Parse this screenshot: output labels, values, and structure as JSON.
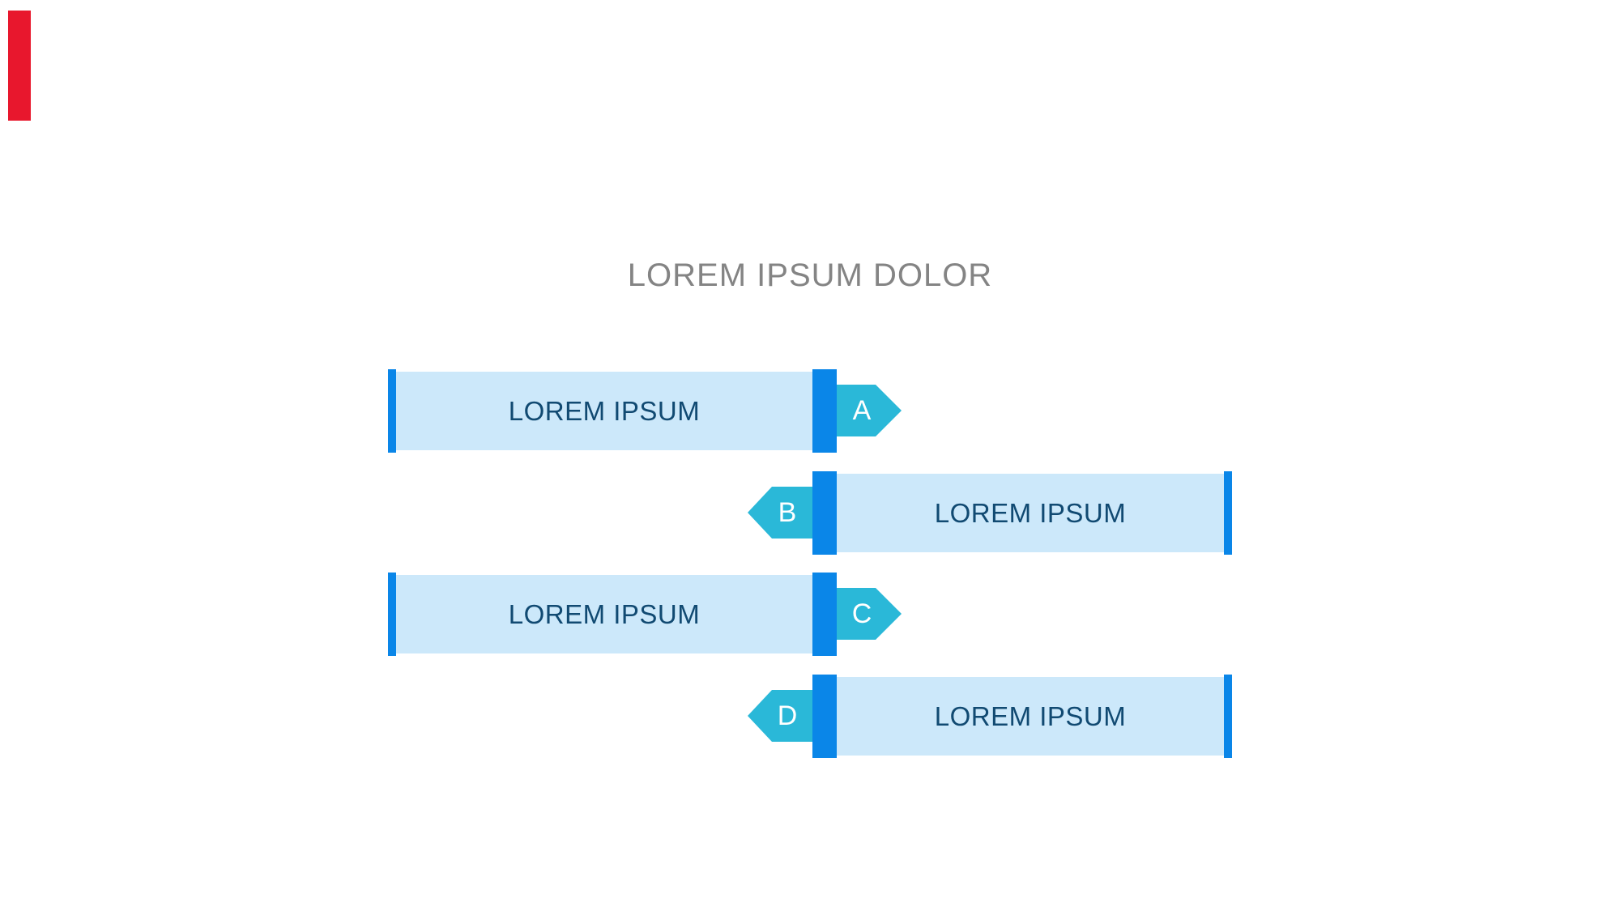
{
  "title": {
    "text": "LOREM IPSUM DOLOR"
  },
  "corner_marker": {
    "color": "#e8172d"
  },
  "colors": {
    "accent_blue": "#0a86e8",
    "bar_fill": "#cce8fa",
    "arrow_teal": "#2ab8d8",
    "bar_text": "#114a72",
    "title_gray": "#848484",
    "arrow_text": "#ffffff",
    "background": "#ffffff",
    "marker_red": "#e8172d"
  },
  "rows": [
    {
      "letter": "A",
      "label": "LOREM IPSUM",
      "direction": "right"
    },
    {
      "letter": "B",
      "label": "LOREM IPSUM",
      "direction": "left"
    },
    {
      "letter": "C",
      "label": "LOREM IPSUM",
      "direction": "right"
    },
    {
      "letter": "D",
      "label": "LOREM IPSUM",
      "direction": "left"
    }
  ]
}
